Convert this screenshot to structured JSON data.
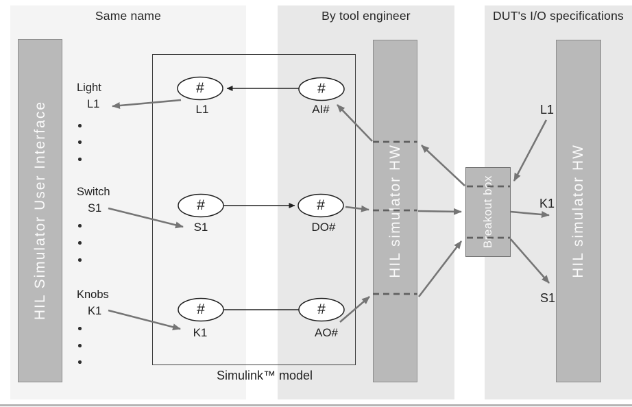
{
  "columns": [
    {
      "heading": "Same name"
    },
    {
      "heading": "By tool engineer"
    },
    {
      "heading": "DUT's I/O specifications"
    }
  ],
  "left_panel": {
    "bar_label": "HIL Simulator User Interface",
    "groups": [
      {
        "name": "Light",
        "id": "L1"
      },
      {
        "name": "Switch",
        "id": "S1"
      },
      {
        "name": "Knobs",
        "id": "K1"
      }
    ],
    "dots_per_group": 3
  },
  "glyphs": {
    "dot": "."
  },
  "model": {
    "caption": "Simulink™ model",
    "blocks": [
      {
        "glyph": "#",
        "label": "L1"
      },
      {
        "glyph": "#",
        "label": "AI#"
      },
      {
        "glyph": "#",
        "label": "S1"
      },
      {
        "glyph": "#",
        "label": "DO#"
      },
      {
        "glyph": "#",
        "label": "K1"
      },
      {
        "glyph": "#",
        "label": "AO#"
      }
    ]
  },
  "hardware": {
    "mid_bar_label": "HIL simulator HW",
    "right_bar_label": "HIL simulator HW",
    "breakout_label": "Breakout box"
  },
  "dut_signals": [
    {
      "id": "L1"
    },
    {
      "id": "K1"
    },
    {
      "id": "S1"
    }
  ],
  "colors": {
    "column_light": "#f4f4f4",
    "column_darker": "#e8e8e8",
    "bar_fill": "#b9b9b9",
    "bar_border": "#8c8c8c",
    "bar_text": "#fafafa",
    "gray_arrow": "#757575",
    "dashed_line": "#606060",
    "black_line": "#222222"
  }
}
